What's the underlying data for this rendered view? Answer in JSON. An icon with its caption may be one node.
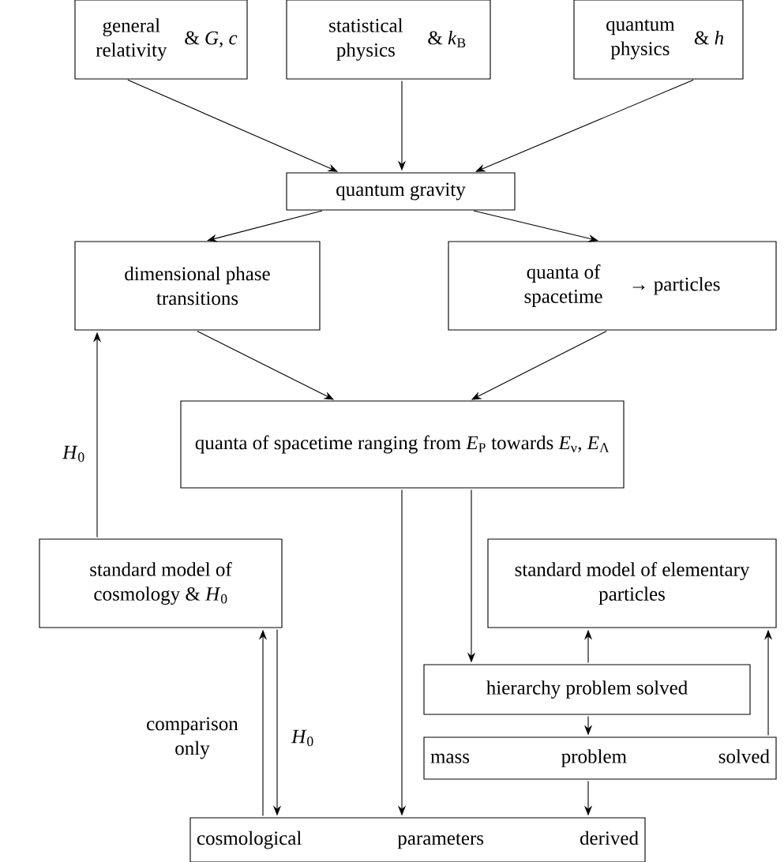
{
  "diagram": {
    "nodes": [
      {
        "text": [
          "general relativity",
          "& *G*, *c*"
        ]
      },
      {
        "text": [
          "statistical physics",
          "& *k*$_{B}$"
        ]
      },
      {
        "text": [
          "quantum physics",
          "& *h*"
        ]
      },
      {
        "text": [
          "quantum gravity"
        ]
      },
      {
        "text": [
          "dimensional phase transitions"
        ]
      },
      {
        "text": [
          "quanta of spacetime",
          "→ particles"
        ]
      },
      {
        "text": [
          "quanta of spacetime ranging from *E*$_{P}$ towards *E*$_{ν}$, *E*$_{Λ}$"
        ]
      },
      {
        "text": [
          "standard model of cosmology & *H*$_{0}$"
        ]
      },
      {
        "text": [
          "standard model of elementary particles"
        ]
      },
      {
        "text": [
          "hierarchy problem solved"
        ]
      },
      {
        "text": [
          "mass problem solved"
        ]
      },
      {
        "text": [
          "cosmological parameters derived"
        ]
      }
    ],
    "edges": [
      {
        "from": 0,
        "to": 3,
        "arrow": "to"
      },
      {
        "from": 1,
        "to": 3,
        "arrow": "to"
      },
      {
        "from": 2,
        "to": 3,
        "arrow": "to"
      },
      {
        "from": 3,
        "to": 4,
        "arrow": "to"
      },
      {
        "from": 3,
        "to": 5,
        "arrow": "to"
      },
      {
        "from": 4,
        "to": 6,
        "arrow": "to"
      },
      {
        "from": 5,
        "to": 6,
        "arrow": "to"
      },
      {
        "from": 7,
        "to": 4,
        "arrow": "to",
        "label": "*H*$_{0}$"
      },
      {
        "from": 6,
        "to": 11,
        "arrow": "to"
      },
      {
        "from": 6,
        "to": 9,
        "arrow": "to"
      },
      {
        "from": 11,
        "to": 7,
        "arrow": "to",
        "label": "comparison only"
      },
      {
        "from": 7,
        "to": 11,
        "arrow": "to",
        "label": "*H*$_{0}$"
      },
      {
        "from": 9,
        "to": 8,
        "arrow": "to"
      },
      {
        "from": 9,
        "to": 10,
        "arrow": "to"
      },
      {
        "from": 10,
        "to": 11,
        "arrow": "to"
      },
      {
        "from": 10,
        "to": 8,
        "arrow": "to"
      }
    ]
  }
}
